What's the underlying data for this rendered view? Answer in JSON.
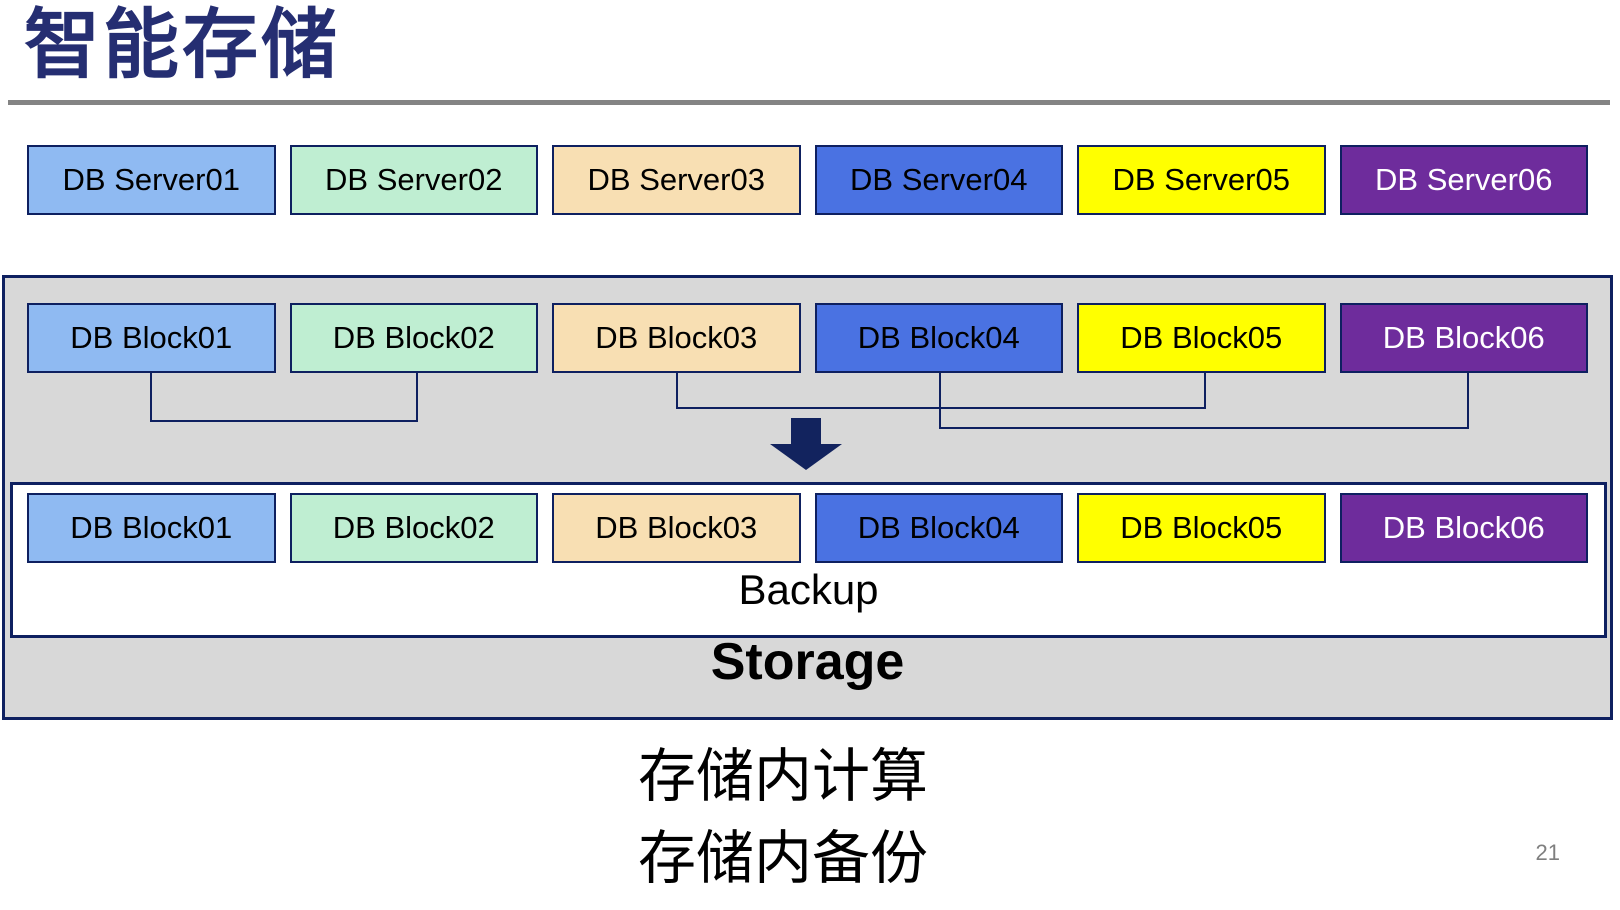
{
  "slide": {
    "title": "智能存储",
    "page_number": "21"
  },
  "palette": {
    "navy_line": "#0E2060",
    "title_navy": "#252E72",
    "storage_gray": "#D8D8D8",
    "rule_gray": "#848484"
  },
  "db_servers": [
    {
      "label": "DB Server01",
      "bg": "#8FBAF2",
      "fg": "#000000"
    },
    {
      "label": "DB Server02",
      "bg": "#BFEED2",
      "fg": "#000000"
    },
    {
      "label": "DB Server03",
      "bg": "#F8DFB3",
      "fg": "#000000"
    },
    {
      "label": "DB Server04",
      "bg": "#4A72E2",
      "fg": "#000000"
    },
    {
      "label": "DB Server05",
      "bg": "#FFFF00",
      "fg": "#000000"
    },
    {
      "label": "DB Server06",
      "bg": "#6E2C9C",
      "fg": "#FFFFFF"
    }
  ],
  "storage": {
    "label": "Storage",
    "blocks": [
      {
        "label": "DB Block01",
        "bg": "#8FBAF2",
        "fg": "#000000"
      },
      {
        "label": "DB Block02",
        "bg": "#BFEED2",
        "fg": "#000000"
      },
      {
        "label": "DB Block03",
        "bg": "#F8DFB3",
        "fg": "#000000"
      },
      {
        "label": "DB Block04",
        "bg": "#4A72E2",
        "fg": "#000000"
      },
      {
        "label": "DB Block05",
        "bg": "#FFFF00",
        "fg": "#000000"
      },
      {
        "label": "DB Block06",
        "bg": "#6E2C9C",
        "fg": "#FFFFFF"
      }
    ],
    "backup": {
      "label": "Backup",
      "blocks": [
        {
          "label": "DB Block01",
          "bg": "#8FBAF2",
          "fg": "#000000"
        },
        {
          "label": "DB Block02",
          "bg": "#BFEED2",
          "fg": "#000000"
        },
        {
          "label": "DB Block03",
          "bg": "#F8DFB3",
          "fg": "#000000"
        },
        {
          "label": "DB Block04",
          "bg": "#4A72E2",
          "fg": "#000000"
        },
        {
          "label": "DB Block05",
          "bg": "#FFFF00",
          "fg": "#000000"
        },
        {
          "label": "DB Block06",
          "bg": "#6E2C9C",
          "fg": "#FFFFFF"
        }
      ]
    }
  },
  "captions": {
    "line1": "存储内计算",
    "line2": "存储内备份"
  }
}
